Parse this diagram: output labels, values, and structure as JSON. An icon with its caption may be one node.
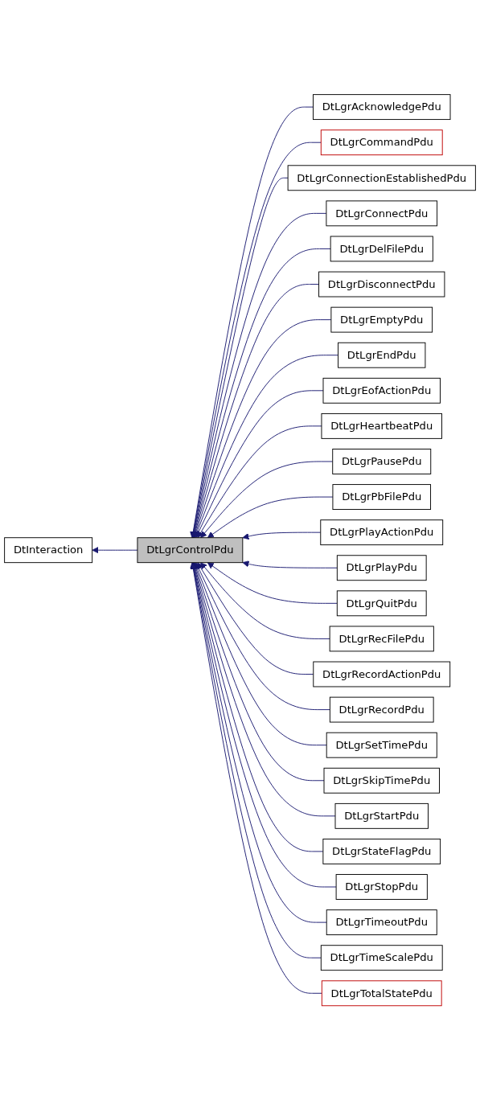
{
  "diagram": {
    "nodes": [
      {
        "text": [
          "DtInteraction"
        ]
      },
      {
        "text": [
          "DtLgrControlPdu"
        ]
      },
      {
        "text": [
          "DtLgrAcknowledgePdu"
        ]
      },
      {
        "text": [
          "DtLgrCommandPdu"
        ]
      },
      {
        "text": [
          "DtLgrConnectionEstablishedPdu"
        ]
      },
      {
        "text": [
          "DtLgrConnectPdu"
        ]
      },
      {
        "text": [
          "DtLgrDelFilePdu"
        ]
      },
      {
        "text": [
          "DtLgrDisconnectPdu"
        ]
      },
      {
        "text": [
          "DtLgrEmptyPdu"
        ]
      },
      {
        "text": [
          "DtLgrEndPdu"
        ]
      },
      {
        "text": [
          "DtLgrEofActionPdu"
        ]
      },
      {
        "text": [
          "DtLgrHeartbeatPdu"
        ]
      },
      {
        "text": [
          "DtLgrPausePdu"
        ]
      },
      {
        "text": [
          "DtLgrPbFilePdu"
        ]
      },
      {
        "text": [
          "DtLgrPlayActionPdu"
        ]
      },
      {
        "text": [
          "DtLgrPlayPdu"
        ]
      },
      {
        "text": [
          "DtLgrQuitPdu"
        ]
      },
      {
        "text": [
          "DtLgrRecFilePdu"
        ]
      },
      {
        "text": [
          "DtLgrRecordActionPdu"
        ]
      },
      {
        "text": [
          "DtLgrRecordPdu"
        ]
      },
      {
        "text": [
          "DtLgrSetTimePdu"
        ]
      },
      {
        "text": [
          "DtLgrSkipTimePdu"
        ]
      },
      {
        "text": [
          "DtLgrStartPdu"
        ]
      },
      {
        "text": [
          "DtLgrStateFlagPdu"
        ]
      },
      {
        "text": [
          "DtLgrStopPdu"
        ]
      },
      {
        "text": [
          "DtLgrTimeoutPdu"
        ]
      },
      {
        "text": [
          "DtLgrTimeScalePdu"
        ]
      },
      {
        "text": [
          "DtLgrTotalStatePdu"
        ]
      }
    ],
    "edges": [
      {
        "from": 1,
        "to": 0,
        "arrow": "to"
      },
      {
        "from": 2,
        "to": 1,
        "arrow": "to"
      },
      {
        "from": 3,
        "to": 1,
        "arrow": "to"
      },
      {
        "from": 4,
        "to": 1,
        "arrow": "to"
      },
      {
        "from": 5,
        "to": 1,
        "arrow": "to"
      },
      {
        "from": 6,
        "to": 1,
        "arrow": "to"
      },
      {
        "from": 7,
        "to": 1,
        "arrow": "to"
      },
      {
        "from": 8,
        "to": 1,
        "arrow": "to"
      },
      {
        "from": 9,
        "to": 1,
        "arrow": "to"
      },
      {
        "from": 10,
        "to": 1,
        "arrow": "to"
      },
      {
        "from": 11,
        "to": 1,
        "arrow": "to"
      },
      {
        "from": 12,
        "to": 1,
        "arrow": "to"
      },
      {
        "from": 13,
        "to": 1,
        "arrow": "to"
      },
      {
        "from": 14,
        "to": 1,
        "arrow": "to"
      },
      {
        "from": 15,
        "to": 1,
        "arrow": "to"
      },
      {
        "from": 16,
        "to": 1,
        "arrow": "to"
      },
      {
        "from": 17,
        "to": 1,
        "arrow": "to"
      },
      {
        "from": 18,
        "to": 1,
        "arrow": "to"
      },
      {
        "from": 19,
        "to": 1,
        "arrow": "to"
      },
      {
        "from": 20,
        "to": 1,
        "arrow": "to"
      },
      {
        "from": 21,
        "to": 1,
        "arrow": "to"
      },
      {
        "from": 22,
        "to": 1,
        "arrow": "to"
      },
      {
        "from": 23,
        "to": 1,
        "arrow": "to"
      },
      {
        "from": 24,
        "to": 1,
        "arrow": "to"
      },
      {
        "from": 25,
        "to": 1,
        "arrow": "to"
      },
      {
        "from": 26,
        "to": 1,
        "arrow": "to"
      },
      {
        "from": 27,
        "to": 1,
        "arrow": "to"
      }
    ]
  }
}
